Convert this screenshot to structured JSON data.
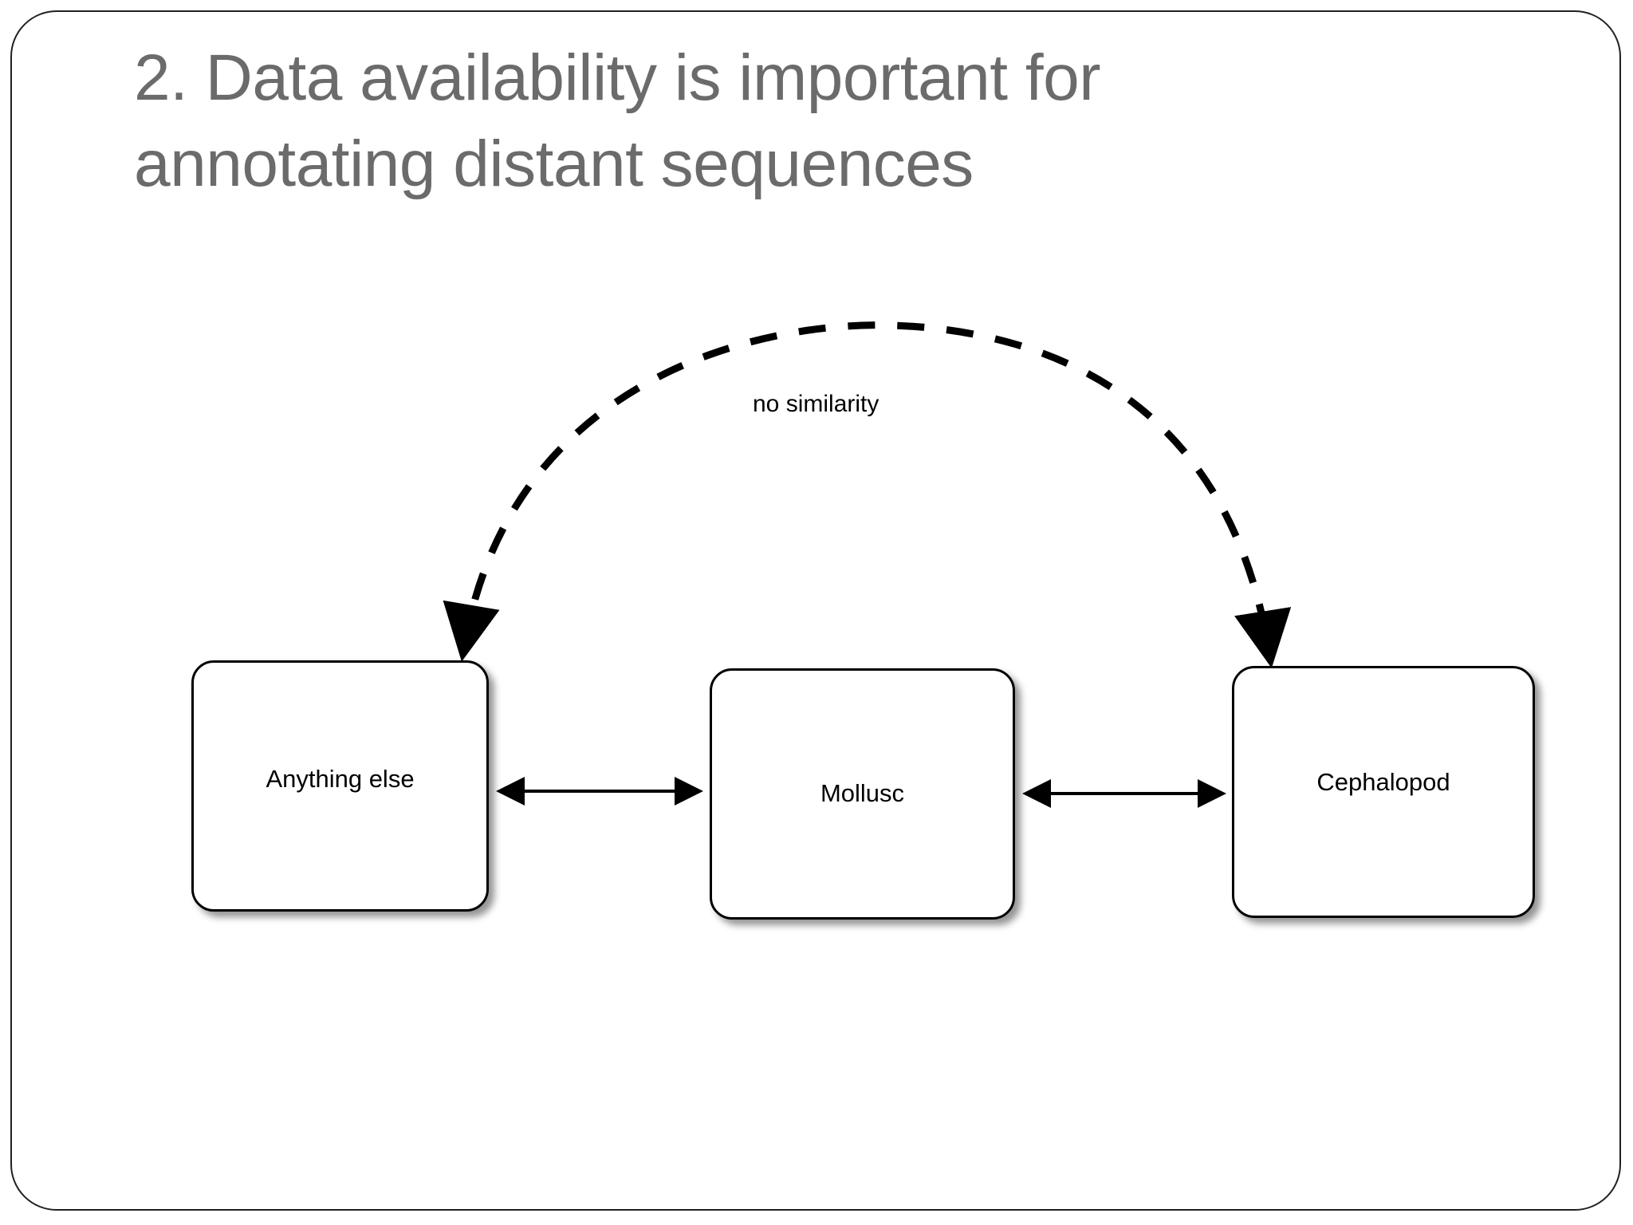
{
  "slide": {
    "title_line_1": "2. Data availability is important for",
    "title_line_2": "annotating distant sequences",
    "title_full": "2. Data availability is important for annotating distant sequences",
    "title_color": "#6b6b6b",
    "background_color": "#ffffff",
    "border_color": "#231f20"
  },
  "diagram": {
    "type": "node-link-diagram",
    "node_fill": "#ffffff",
    "node_stroke": "#000000",
    "nodes": [
      {
        "id": "anything-else",
        "label": "Anything else"
      },
      {
        "id": "mollusc",
        "label": "Mollusc"
      },
      {
        "id": "cephalopod",
        "label": "Cephalopod"
      }
    ],
    "edges": [
      {
        "id": "anything-else--mollusc",
        "from": "anything-else",
        "to": "mollusc",
        "style": "solid",
        "arrows": "both",
        "label": ""
      },
      {
        "id": "mollusc--cephalopod",
        "from": "mollusc",
        "to": "cephalopod",
        "style": "solid",
        "arrows": "both",
        "label": ""
      },
      {
        "id": "anything-else--cephalopod",
        "from": "anything-else",
        "to": "cephalopod",
        "style": "dashed",
        "arrows": "both",
        "label": "no similarity"
      }
    ]
  }
}
